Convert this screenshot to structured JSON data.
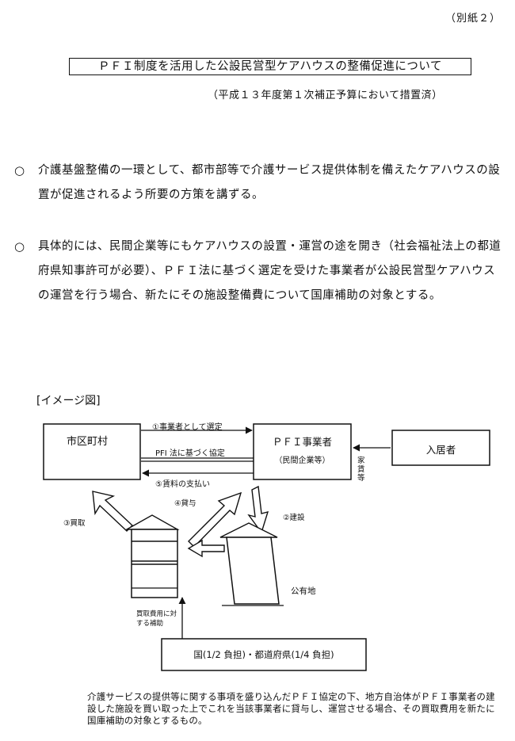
{
  "header": {
    "attachment_label": "（別紙２）",
    "title": "ＰＦＩ制度を活用した公設民営型ケアハウスの整備促進について",
    "subtitle": "（平成１３年度第１次補正予算において措置済）"
  },
  "bullets": [
    {
      "mark": "○",
      "text": "介護基盤整備の一環として、都市部等で介護サービス提供体制を備えたケアハウスの設置が促進されるよう所要の方策を講ずる。"
    },
    {
      "mark": "○",
      "text": "具体的には、民間企業等にもケアハウスの設置・運営の途を開き（社会福祉法上の都道府県知事許可が必要）、ＰＦＩ法に基づく選定を受けた事業者が公設民営型ケアハウスの運営を行う場合、新たにその施設整備費について国庫補助の対象とする。"
    }
  ],
  "diagram": {
    "section_label": "[イメージ図]",
    "municipality": "市区町村",
    "pfi_operator_line1": "ＰＦＩ事業者",
    "pfi_operator_line2": "（民間企業等）",
    "resident": "入居者",
    "step1": "①事業者として選定",
    "pfi_agreement": "PFI 法に基づく協定",
    "step2": "②建設",
    "step3": "③買取",
    "step4": "④貸与",
    "step5": "⑤賃料の支払い",
    "rent": "家賃等",
    "public_land": "公有地",
    "subsidy_note_line1": "買取費用に対",
    "subsidy_note_line2": "する補助",
    "government": "国(1/2 負担)・都道府県(1/4 負担)"
  },
  "caption": "介護サービスの提供等に関する事項を盛り込んだＰＦＩ協定の下、地方自治体がＰＦＩ事業者の建設した施設を買い取った上でこれを当該事業者に貸与し、運営させる場合、その買取費用を新たに国庫補助の対象とするもの。"
}
